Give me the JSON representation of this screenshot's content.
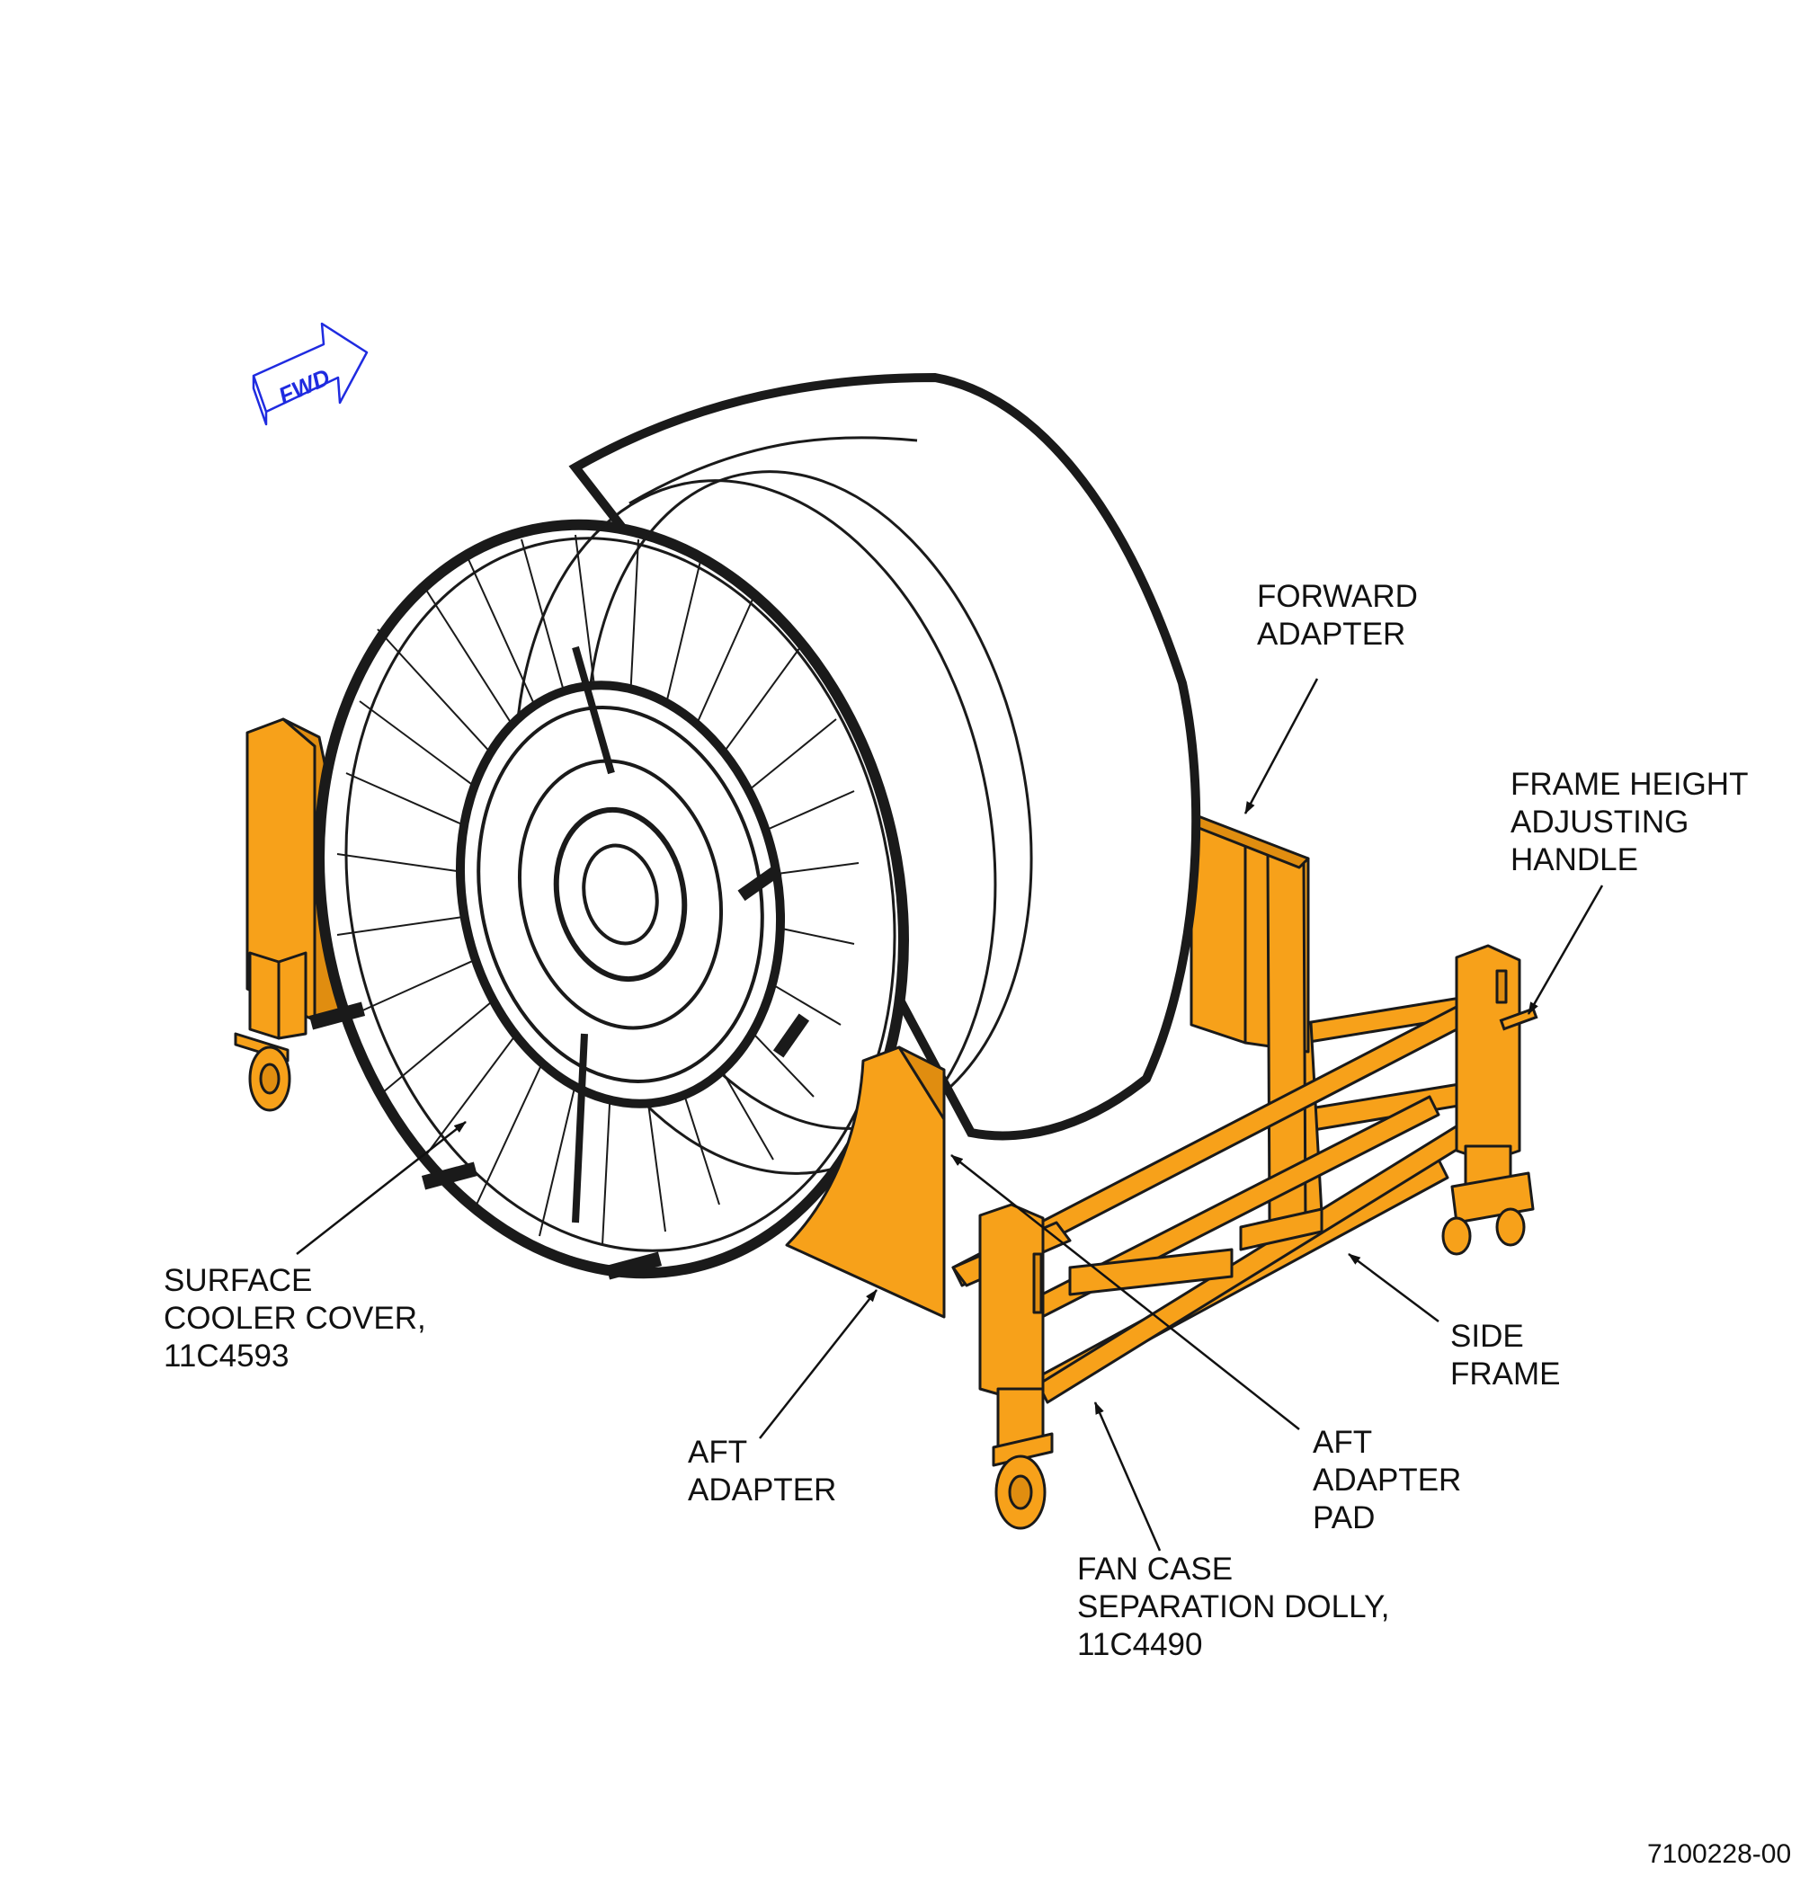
{
  "colors": {
    "tool_orange": "#F7A11A",
    "outline": "#1a1a1a",
    "fwd_blue": "#1F2BE0",
    "leader": "#111111",
    "background": "#FFFFFF"
  },
  "fwd_indicator": {
    "label": "FWD",
    "icon": "forward-arrow-icon"
  },
  "callouts": {
    "forward_adapter": {
      "lines": [
        "FORWARD",
        "ADAPTER"
      ]
    },
    "frame_height_handle": {
      "lines": [
        "FRAME HEIGHT",
        "ADJUSTING",
        "HANDLE"
      ]
    },
    "surface_cooler_cover": {
      "lines": [
        "SURFACE",
        "COOLER COVER,",
        "11C4593"
      ]
    },
    "side_frame": {
      "lines": [
        "SIDE",
        "FRAME"
      ]
    },
    "aft_adapter": {
      "lines": [
        "AFT",
        "ADAPTER"
      ]
    },
    "aft_adapter_pad": {
      "lines": [
        "AFT",
        "ADAPTER",
        "PAD"
      ]
    },
    "fan_case_dolly": {
      "lines": [
        "FAN CASE",
        "SEPARATION DOLLY,",
        "11C4490"
      ]
    }
  },
  "figure_number": "7100228-00"
}
